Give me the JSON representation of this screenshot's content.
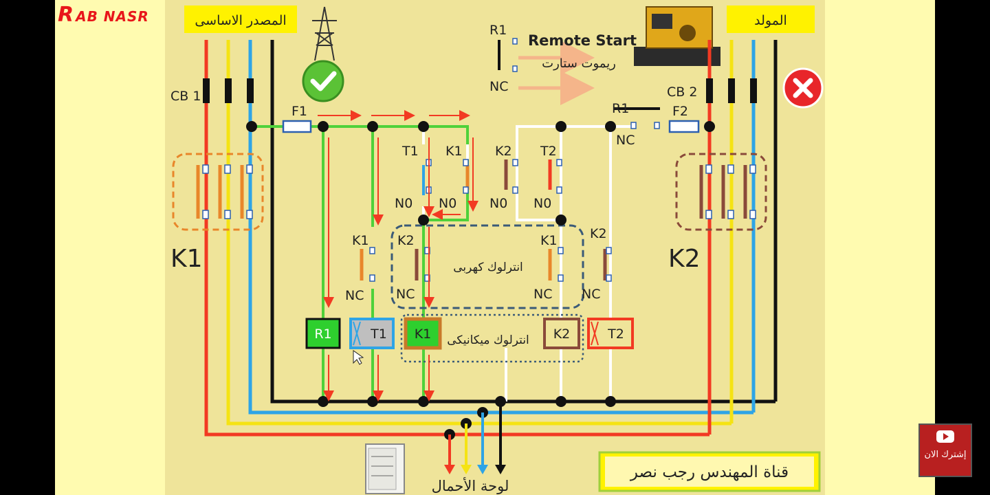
{
  "logo": {
    "mark": "R",
    "text": "AB NASR"
  },
  "source": {
    "main_label": "المصدر الاساسى",
    "generator_label": "المولد"
  },
  "breakers": {
    "cb1": "CB 1",
    "cb2": "CB 2"
  },
  "fuses": {
    "f1": "F1",
    "f2": "F2"
  },
  "remote": {
    "r1": "R1",
    "nc": "NC",
    "title_en": "Remote Start",
    "title_ar": "ريموت ستارت"
  },
  "r1_contact": {
    "r1": "R1",
    "nc": "NC"
  },
  "contactors": {
    "k1": "K1",
    "k2": "K2"
  },
  "contacts": {
    "t1": "T1",
    "k1": "K1",
    "k2": "K2",
    "t2": "T2",
    "no": "N0",
    "nc": "NC",
    "k1_interlock": "K1",
    "k2_interlock": "K2",
    "k1_right": "K1",
    "k2_right": "K2"
  },
  "interlock": {
    "electrical": "انترلوك كهربى",
    "mechanical": "انترلوك ميكانيكى"
  },
  "coils": {
    "r1": "R1",
    "t1": "T1",
    "k1": "K1",
    "k2": "K2",
    "t2": "T2"
  },
  "load": {
    "label": "لوحة الأحمال"
  },
  "channel": {
    "label": "قناة المهندس رجب نصر"
  },
  "subscribe": {
    "label": "إشترك الان"
  },
  "colors": {
    "red": "#f23a22",
    "yellow": "#f5e313",
    "blue": "#2ea4e6",
    "black": "#111111",
    "green": "#4fd13a",
    "white": "#ffffff",
    "orange": "#e8862a",
    "brown": "#8a4a3a",
    "highlight": "#fff200",
    "accent_red": "#e8161a"
  },
  "icons": [
    "power-tower-icon",
    "check-circle-icon",
    "close-circle-icon",
    "generator-icon",
    "load-panel-icon",
    "play-icon",
    "mouse-cursor-icon"
  ]
}
